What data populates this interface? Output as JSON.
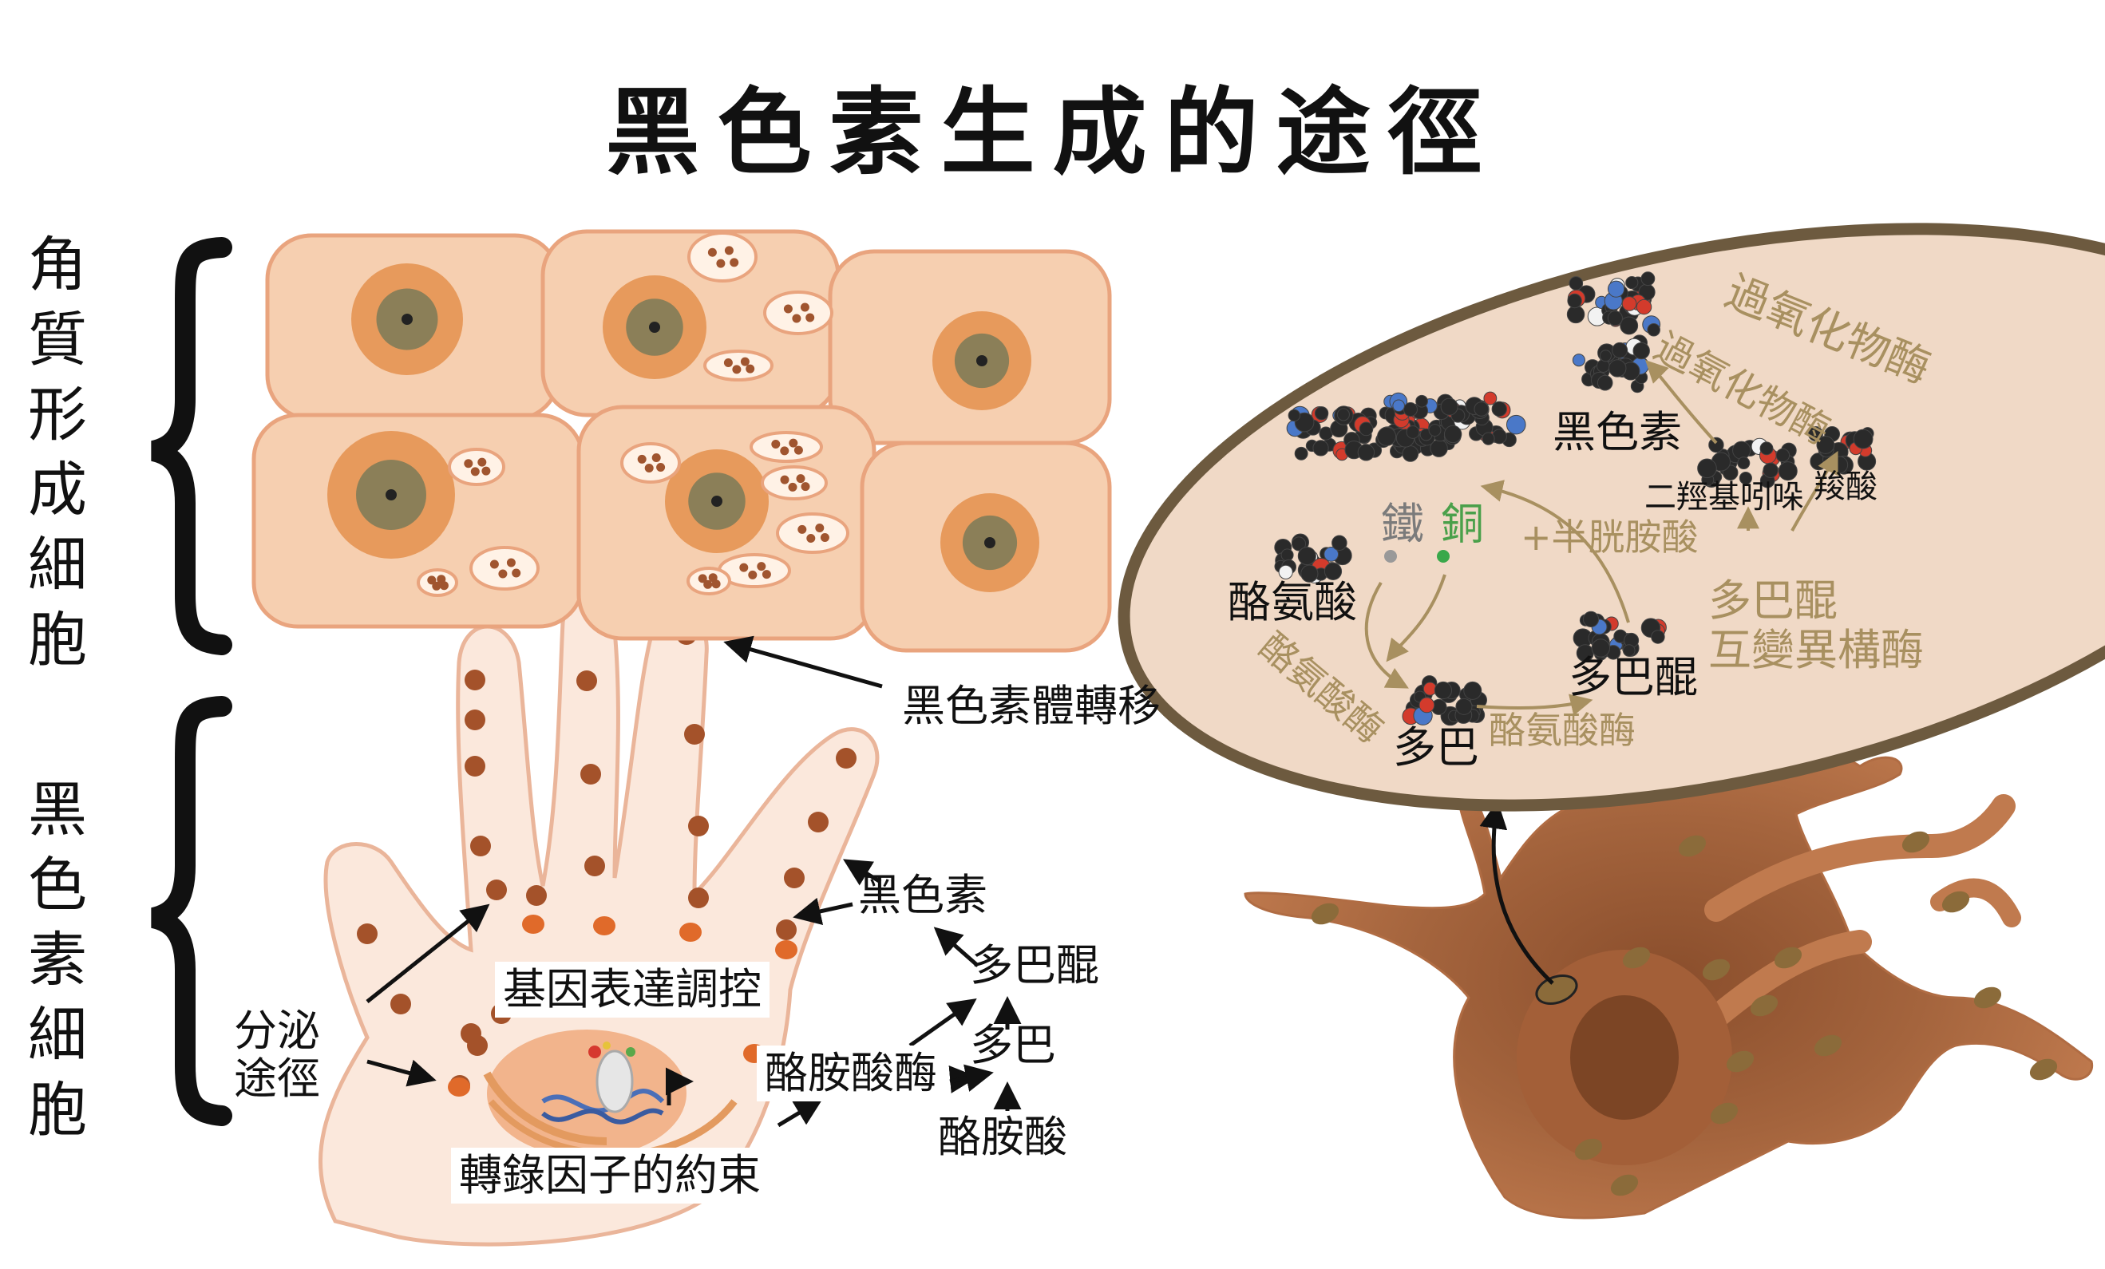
{
  "title": "黑色素生成的途徑",
  "side_labels": {
    "keratinocyte": "角質形成細胞",
    "melanocyte": "黑色素細胞"
  },
  "left_labels": {
    "melanosome_transfer": "黑色素體轉移",
    "melanin": "黑色素",
    "dopaquinone": "多巴醌",
    "dopa": "多巴",
    "tyrosine": "酪胺酸",
    "tyrosinase": "酪胺酸酶",
    "gene_regulation": "基因表達調控",
    "tf_binding": "轉錄因子的約束",
    "secretion_line1": "分泌",
    "secretion_line2": "途徑"
  },
  "right_labels": {
    "peroxidase_outer": "過氧化物酶",
    "peroxidase_inner": "過氧化物酶",
    "melanin": "黑色素",
    "dhi": "二羥基吲哚",
    "carboxylic_acid": "羧酸",
    "iron": "鐵",
    "copper": "銅",
    "cysteine": "+半胱胺酸",
    "tyrosine": "酪氨酸",
    "tyrosinase_a": "酪氨酸酶",
    "tyrosinase_b": "酪氨酸酶",
    "dopa": "多巴",
    "dopaquinone": "多巴醌",
    "dopachrome_tautomerase_line1": "多巴醌",
    "dopachrome_tautomerase_line2": "互變異構酶"
  },
  "colors": {
    "skin_cell": "#f6cfb0",
    "cell_stroke": "#e9a47e",
    "nucleus_ring": "#e79a5c",
    "nucleus_core": "#8b7f58",
    "melanosome": "#a0552f",
    "melanocyte_body": "#c07a4e",
    "ellipse_fill": "#f0d9c6",
    "ellipse_stroke": "#6d5a3f",
    "gold_text": "#a89060"
  }
}
